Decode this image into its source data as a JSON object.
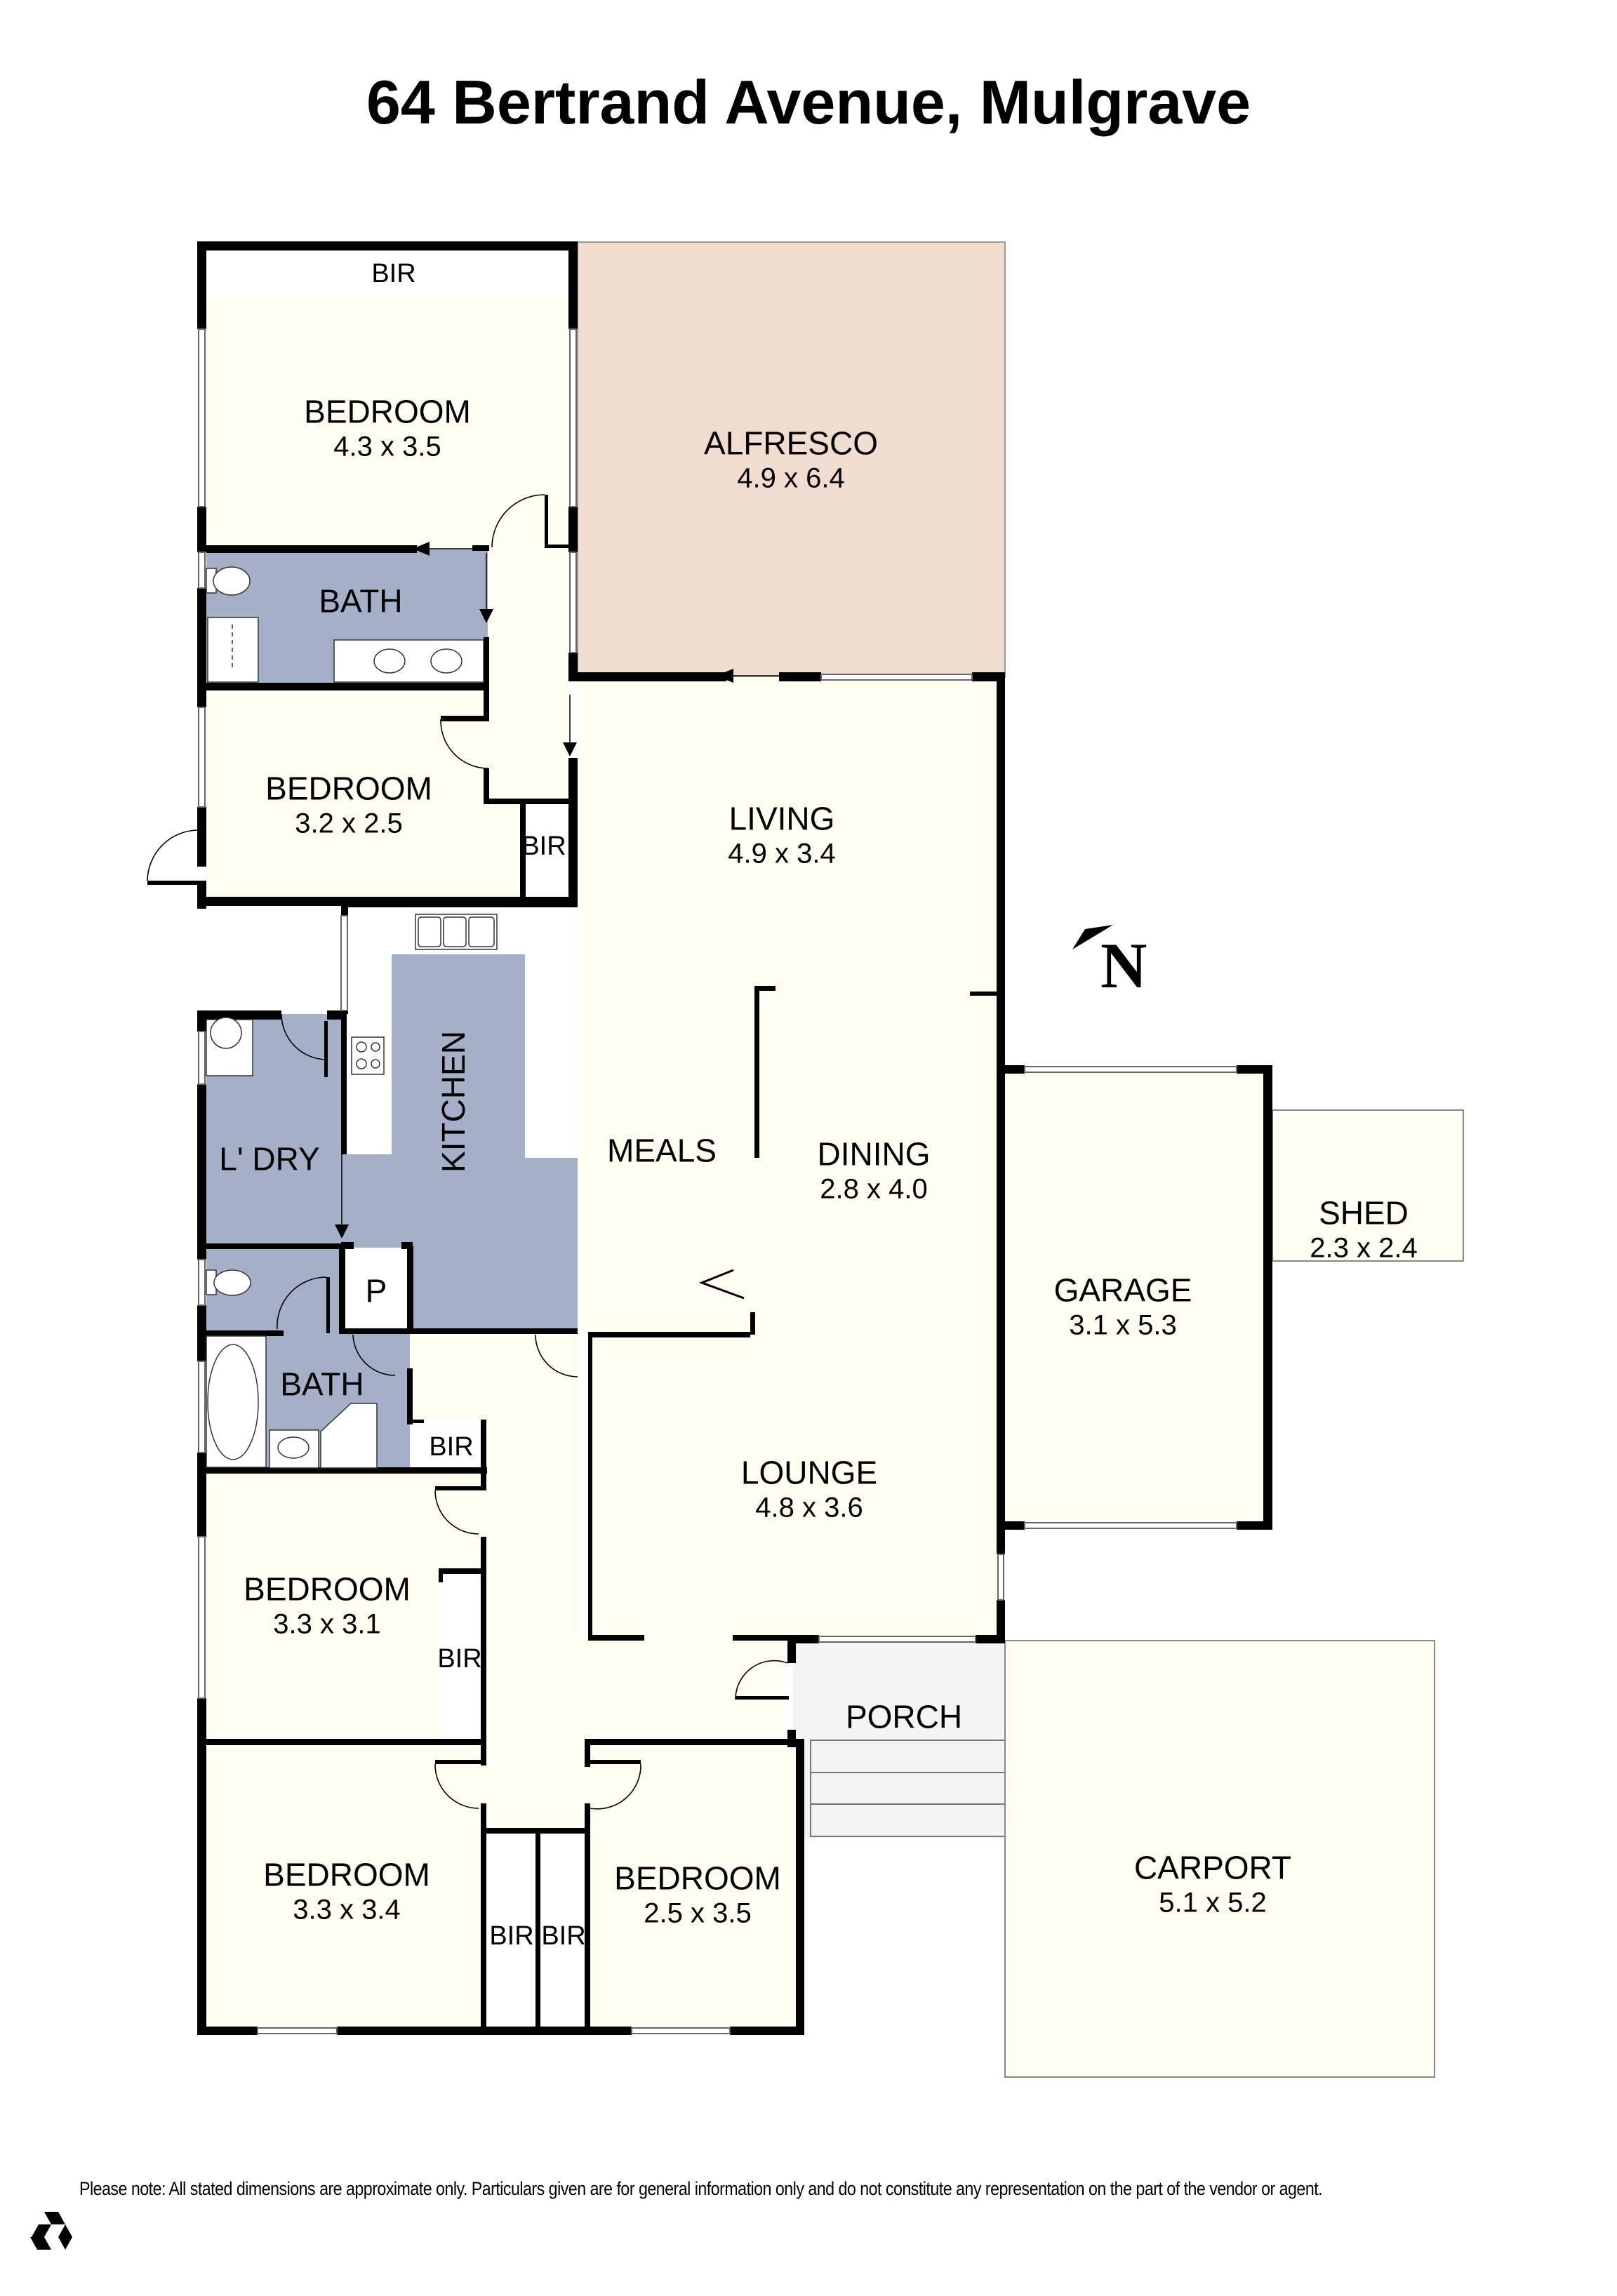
{
  "title": "64 Bertrand Avenue, Mulgrave",
  "disclaimer": "Please note: All stated dimensions are approximate only. Particulars given are for general information only and do not constitute any representation on the part of the vendor or agent.",
  "compass": {
    "label": "N",
    "icon": "north-arrow-icon"
  },
  "colors": {
    "room_fill": "#FEFDF2",
    "wet_area_fill": "#A5B0C8",
    "alfresco_fill": "#F0DDD0",
    "porch_fill": "#F3F5F5",
    "wall": "#000000",
    "built_in": "#FFFFFF"
  },
  "rooms": [
    {
      "id": "bedroom-1",
      "name": "BEDROOM",
      "dim": "4.3 x 3.5"
    },
    {
      "id": "bir-1",
      "name": "BIR",
      "dim": ""
    },
    {
      "id": "bath-1",
      "name": "BATH",
      "dim": ""
    },
    {
      "id": "bedroom-2",
      "name": "BEDROOM",
      "dim": "3.2 x 2.5"
    },
    {
      "id": "bir-2",
      "name": "BIR",
      "dim": ""
    },
    {
      "id": "alfresco",
      "name": "ALFRESCO",
      "dim": "4.9 x 6.4"
    },
    {
      "id": "living",
      "name": "LIVING",
      "dim": "4.9 x 3.4"
    },
    {
      "id": "kitchen",
      "name": "KITCHEN",
      "dim": ""
    },
    {
      "id": "laundry",
      "name": "L' DRY",
      "dim": ""
    },
    {
      "id": "meals",
      "name": "MEALS",
      "dim": ""
    },
    {
      "id": "dining",
      "name": "DINING",
      "dim": "2.8 x 4.0"
    },
    {
      "id": "pantry",
      "name": "P",
      "dim": ""
    },
    {
      "id": "bath-2",
      "name": "BATH",
      "dim": ""
    },
    {
      "id": "bir-3",
      "name": "BIR",
      "dim": ""
    },
    {
      "id": "lounge",
      "name": "LOUNGE",
      "dim": "4.8 x 3.6"
    },
    {
      "id": "bedroom-3",
      "name": "BEDROOM",
      "dim": "3.3 x 3.1"
    },
    {
      "id": "bir-4",
      "name": "BIR",
      "dim": ""
    },
    {
      "id": "porch",
      "name": "PORCH",
      "dim": ""
    },
    {
      "id": "bedroom-4",
      "name": "BEDROOM",
      "dim": "3.3 x 3.4"
    },
    {
      "id": "bir-5",
      "name": "BIR",
      "dim": ""
    },
    {
      "id": "bir-6",
      "name": "BIR",
      "dim": ""
    },
    {
      "id": "bedroom-5",
      "name": "BEDROOM",
      "dim": "2.5 x 3.5"
    },
    {
      "id": "garage",
      "name": "GARAGE",
      "dim": "3.1 x 5.3"
    },
    {
      "id": "shed",
      "name": "SHED",
      "dim": "2.3 x 2.4"
    },
    {
      "id": "carport",
      "name": "CARPORT",
      "dim": "5.1 x 5.2"
    }
  ]
}
